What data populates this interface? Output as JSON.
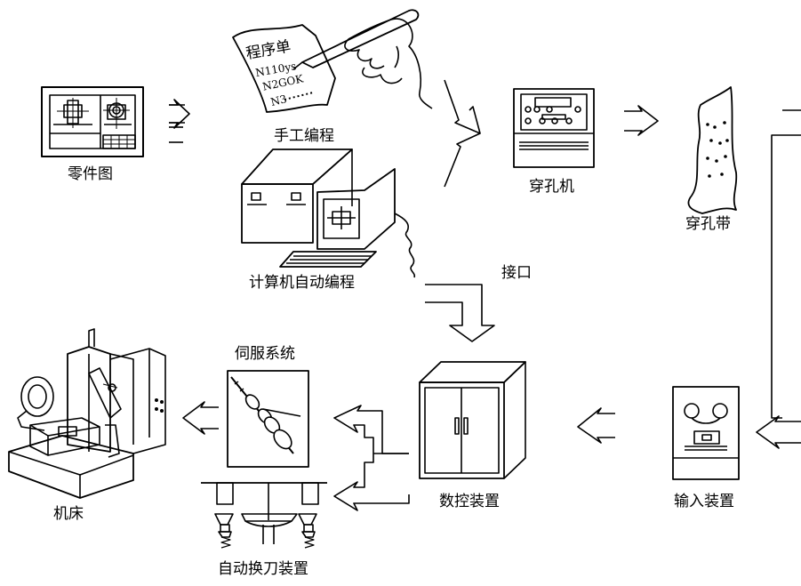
{
  "labels": {
    "part_drawing": "零件图",
    "manual_programming": "手工编程",
    "computer_programming": "计算机自动编程",
    "punch_machine": "穿孔机",
    "punched_tape": "穿孔带",
    "interface": "接口",
    "servo_system": "伺服系统",
    "nc_device": "数控装置",
    "input_device": "输入装置",
    "machine_tool": "机床",
    "atc_device": "自动换刀装置"
  },
  "program_sheet": {
    "title": "程序单",
    "line1": "N110ys",
    "line2": "N2GOK",
    "line3": "N3"
  },
  "icons": [
    "blueprint-icon",
    "hand-pen-icon",
    "computer-icon",
    "punch-machine-icon",
    "punched-tape-icon",
    "cabinet-icon",
    "tape-reader-icon",
    "servo-icon",
    "tool-changer-icon",
    "machine-tool-icon"
  ]
}
